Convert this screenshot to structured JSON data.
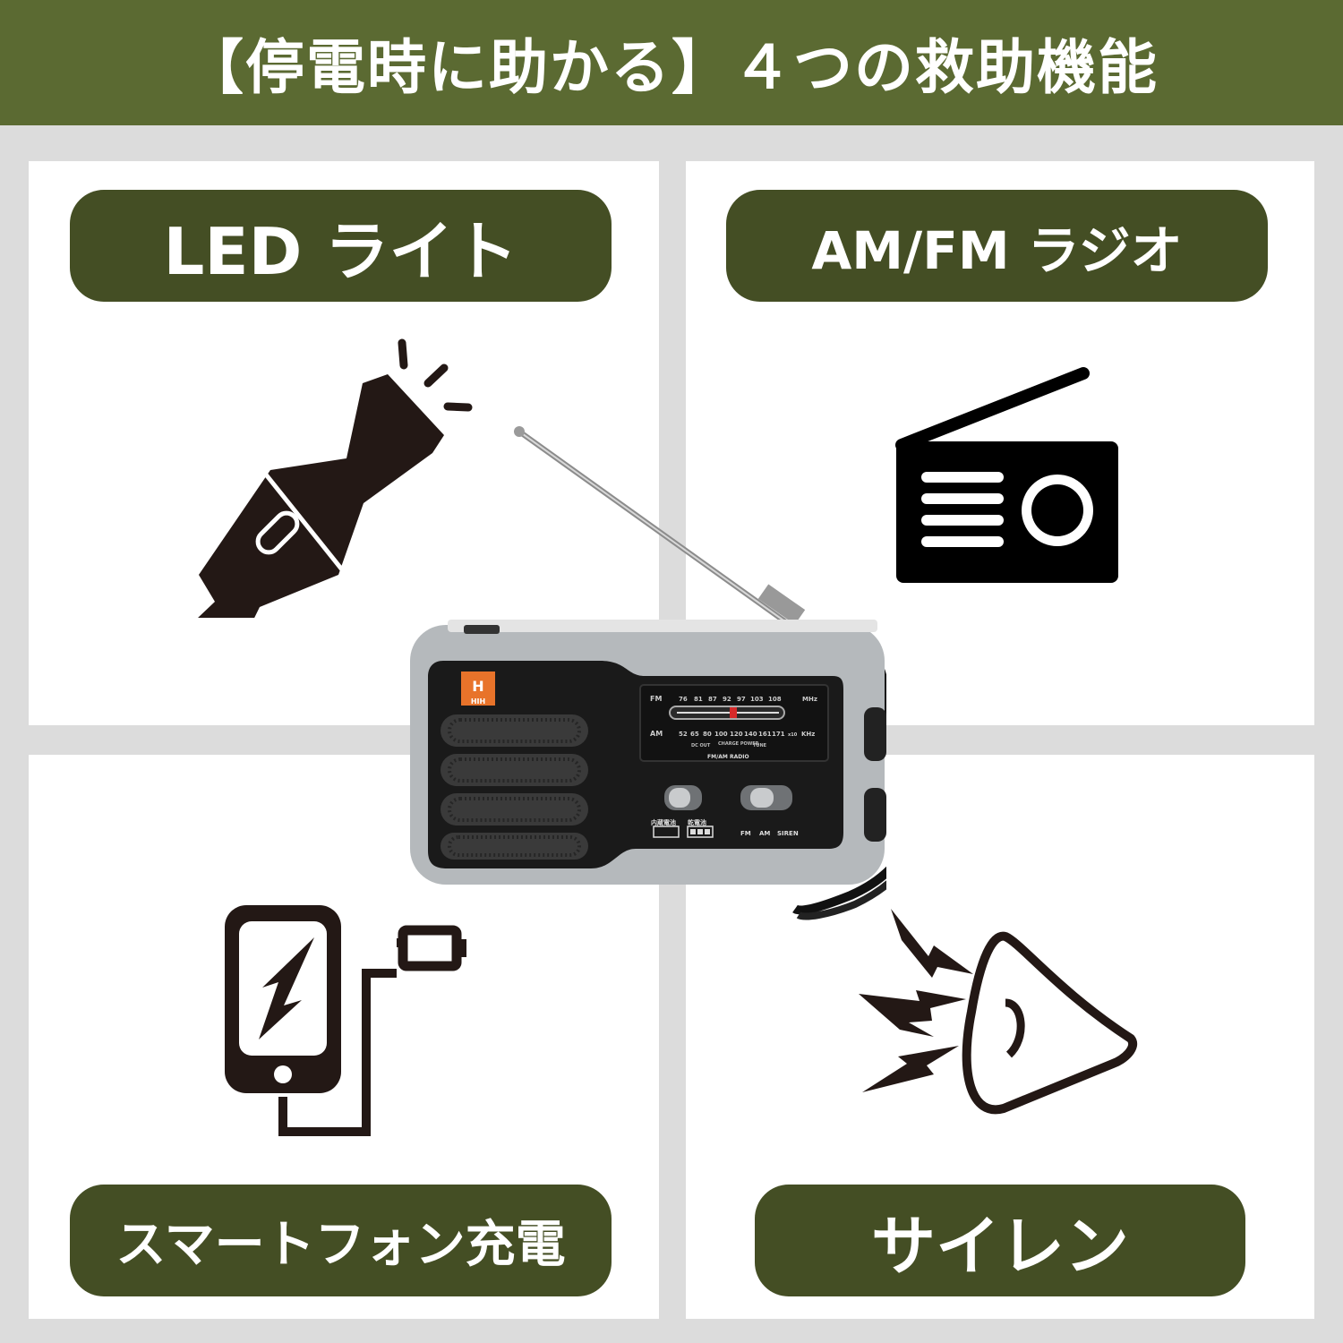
{
  "header": {
    "title": "【停電時に助かる】４つの救助機能"
  },
  "features": {
    "led": {
      "label": "LED ライト"
    },
    "radio": {
      "label": "AM/FM ラジオ"
    },
    "charge": {
      "label": "スマートフォン充電"
    },
    "siren": {
      "label": "サイレン"
    }
  },
  "device": {
    "brand": "HIH",
    "band_fm": "FM",
    "band_am": "AM",
    "fm_scale": [
      "76",
      "81",
      "87",
      "92",
      "97",
      "103",
      "108"
    ],
    "fm_unit": "MHz",
    "am_scale": [
      "52",
      "65",
      "80",
      "100",
      "120",
      "140",
      "161",
      "171"
    ],
    "am_multiplier": "x10",
    "am_unit": "KHz",
    "dc_out": "DC OUT",
    "charge_power": "CHARGE POWER",
    "tune": "TUNE",
    "model": "FM/AM RADIO",
    "builtin_battery": "内蔵電池",
    "dry_battery": "乾電池",
    "mode_fm": "FM",
    "mode_am": "AM",
    "mode_siren": "SIREN"
  },
  "colors": {
    "header_bg": "#5b6a32",
    "pill_bg": "#444e24",
    "panel_bg": "#ffffff",
    "page_bg": "#dcdcdc",
    "brand_orange": "#e8732a"
  }
}
